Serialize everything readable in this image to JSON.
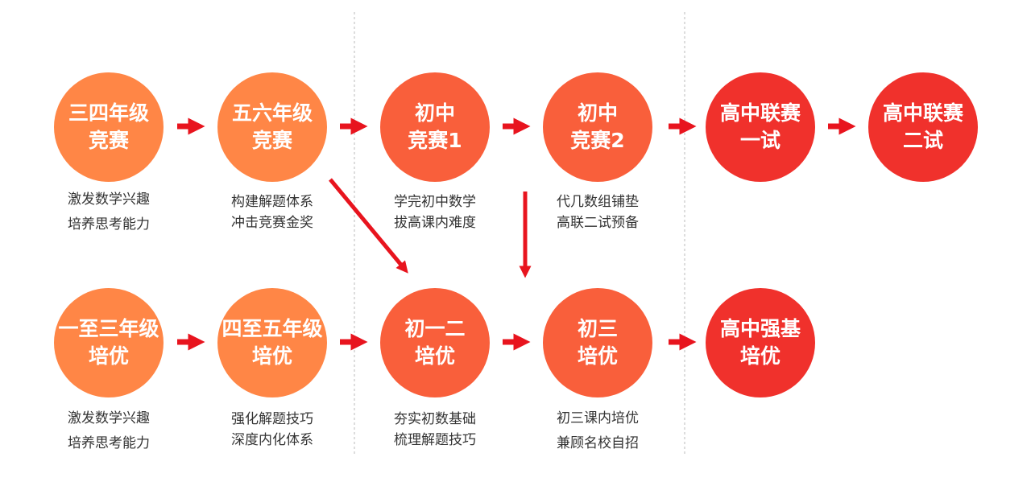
{
  "colors": {
    "primary_orange": "#FF8646",
    "mid_orange": "#F95F3B",
    "red": "#F0312C",
    "arrow": "#E8141E",
    "divider": "#BBBBBB"
  },
  "top_row": [
    {
      "line1": "三四年级",
      "line2": "竞赛",
      "desc1": "激发数学兴趣",
      "desc2": "培养思考能力"
    },
    {
      "line1": "五六年级",
      "line2": "竞赛",
      "desc1": "构建解题体系",
      "desc2": "冲击竞赛金奖"
    },
    {
      "line1": "初中",
      "line2": "竞赛1",
      "desc1": "学完初中数学",
      "desc2": "拔高课内难度"
    },
    {
      "line1": "初中",
      "line2": "竞赛2",
      "desc1": "代几数组铺垫",
      "desc2": "高联二试预备"
    },
    {
      "line1": "高中联赛",
      "line2": "一试"
    },
    {
      "line1": "高中联赛",
      "line2": "二试"
    }
  ],
  "bottom_row": [
    {
      "line1": "一至三年级",
      "line2": "培优",
      "desc1": "激发数学兴趣",
      "desc2": "培养思考能力"
    },
    {
      "line1": "四至五年级",
      "line2": "培优",
      "desc1": "强化解题技巧",
      "desc2": "深度内化体系"
    },
    {
      "line1": "初一二",
      "line2": "培优",
      "desc1": "夯实初数基础",
      "desc2": "梳理解题技巧"
    },
    {
      "line1": "初三",
      "line2": "培优",
      "desc1": "初三课内培优",
      "desc2": "兼顾名校自招"
    },
    {
      "line1": "高中强基",
      "line2": "培优"
    }
  ]
}
